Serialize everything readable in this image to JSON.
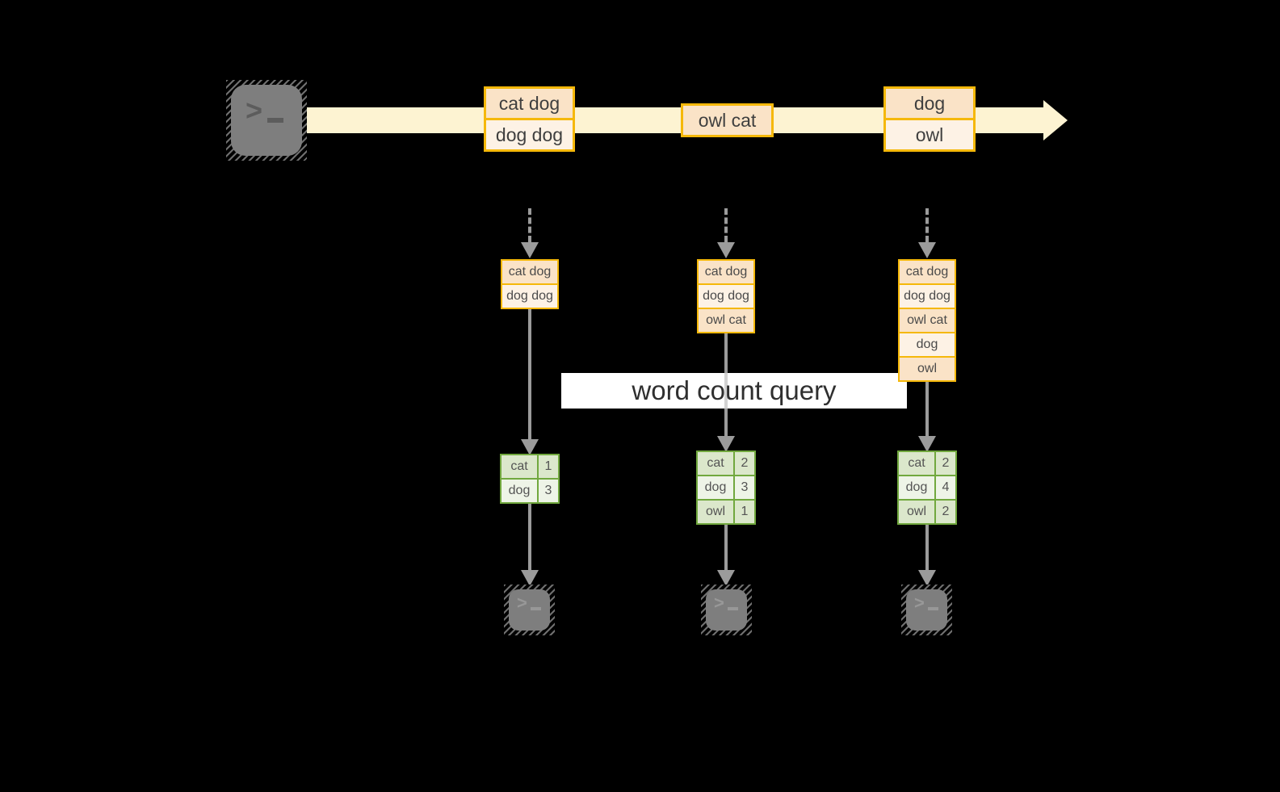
{
  "terminal": {
    "glyph": ">"
  },
  "query": {
    "label": "word count query"
  },
  "stream": {
    "events": [
      {
        "rows": [
          "cat dog",
          "dog dog"
        ]
      },
      {
        "rows": [
          "owl cat"
        ]
      },
      {
        "rows": [
          "dog",
          "owl"
        ]
      }
    ]
  },
  "pipelines": [
    {
      "buffer": [
        "cat dog",
        "dog dog"
      ],
      "counts": [
        {
          "word": "cat",
          "count": "1"
        },
        {
          "word": "dog",
          "count": "3"
        }
      ]
    },
    {
      "buffer": [
        "cat dog",
        "dog dog",
        "owl cat"
      ],
      "counts": [
        {
          "word": "cat",
          "count": "2"
        },
        {
          "word": "dog",
          "count": "3"
        },
        {
          "word": "owl",
          "count": "1"
        }
      ]
    },
    {
      "buffer": [
        "cat dog",
        "dog dog",
        "owl cat",
        "dog",
        "owl"
      ],
      "counts": [
        {
          "word": "cat",
          "count": "2"
        },
        {
          "word": "dog",
          "count": "4"
        },
        {
          "word": "owl",
          "count": "2"
        }
      ]
    }
  ],
  "colors": {
    "background": "#000000",
    "stream_fill": "#fdf3d2",
    "event_border": "#f5b80a",
    "event_fill_dark": "#fae3c7",
    "event_fill_light": "#fdf2e5",
    "table_border": "#71a83e",
    "table_fill_dark": "#dbe7cb",
    "table_fill_light": "#eef4e7",
    "arrow_gray": "#9b9b9b",
    "terminal_gray": "#7e7e7e"
  }
}
